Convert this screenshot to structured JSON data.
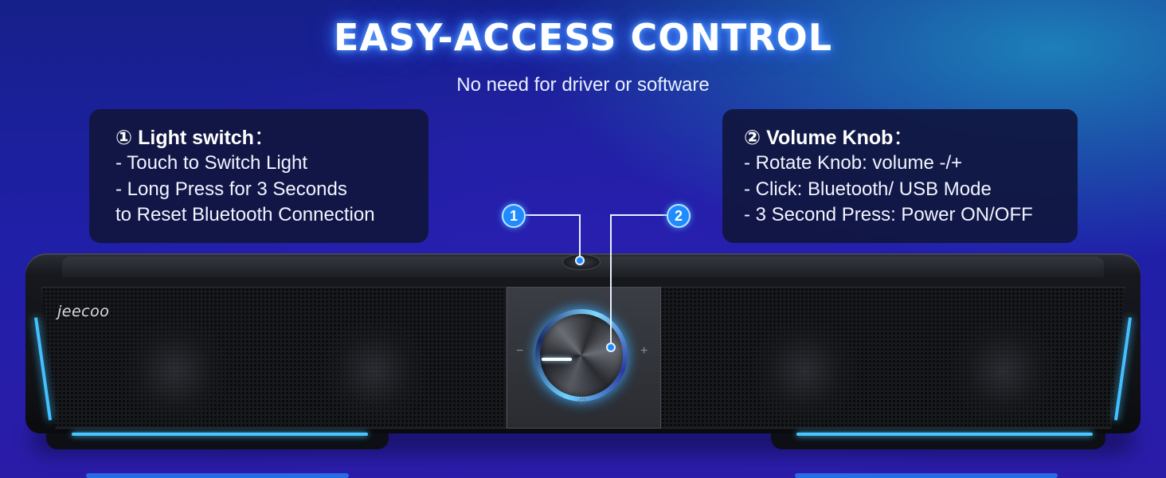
{
  "header": {
    "title": "EASY-ACCESS CONTROL",
    "subtitle": "No need for driver or software"
  },
  "light_switch": {
    "number": "①",
    "heading": "Light switch",
    "colon": "：",
    "lines": [
      "- Touch to Switch Light",
      "- Long Press for 3 Seconds",
      "to Reset Bluetooth Connection"
    ]
  },
  "volume_knob": {
    "number": "②",
    "heading": "Volume Knob",
    "colon": "：",
    "lines": [
      "- Rotate Knob: volume -/+",
      "- Click: Bluetooth/ USB Mode",
      "- 3 Second Press: Power ON/OFF"
    ]
  },
  "callouts": [
    "1",
    "2"
  ],
  "speaker": {
    "logo": "jeecoo",
    "minus": "−",
    "plus": "+",
    "power_symbol": "⏻"
  },
  "colors": {
    "accent": "#1e8cff",
    "glow": "#49c6ff",
    "card": "#10163e"
  }
}
